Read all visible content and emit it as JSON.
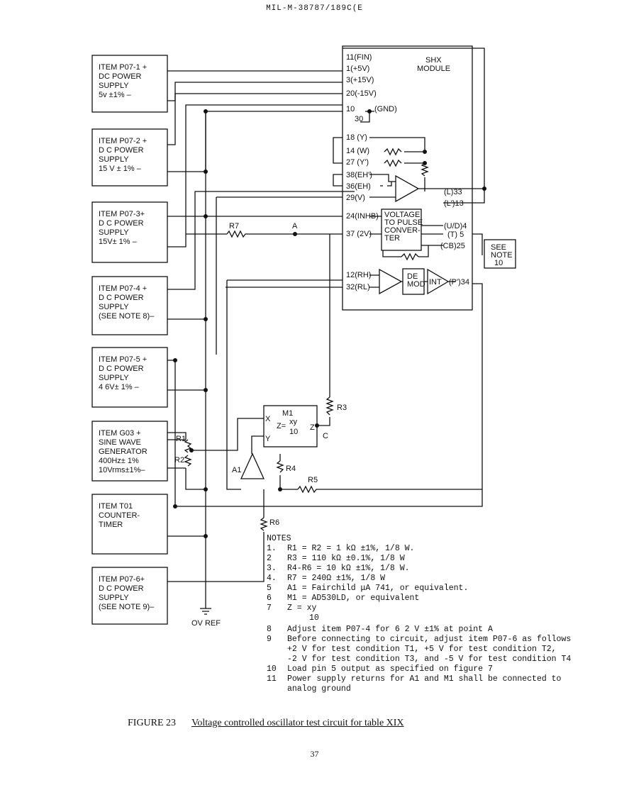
{
  "header": "MIL-M-38787/189C(E",
  "supplies": [
    {
      "lines": [
        "ITEM P07-1 +",
        "DC POWER",
        "SUPPLY",
        "5v ±1%    –"
      ]
    },
    {
      "lines": [
        "ITEM P07-2 +",
        "D C POWER",
        "SUPPLY",
        "15 V ± 1%   –"
      ]
    },
    {
      "lines": [
        "ITEM P07-3+",
        "D C POWER",
        "SUPPLY",
        "15V± 1%   –"
      ]
    },
    {
      "lines": [
        "ITEM P07-4 +",
        "D C POWER",
        "SUPPLY",
        "(SEE NOTE 8)–"
      ]
    },
    {
      "lines": [
        "ITEM P07-5 +",
        "D C POWER",
        "SUPPLY",
        "4 6V± 1%  –"
      ]
    },
    {
      "lines": [
        "ITEM G03  +",
        "SINE WAVE",
        "GENERATOR",
        "400Hz± 1%",
        "10Vrms±1%–"
      ]
    },
    {
      "lines": [
        "ITEM T01",
        "COUNTER-",
        "TIMER"
      ]
    },
    {
      "lines": [
        "ITEM P07-6+",
        "D C POWER",
        "SUPPLY",
        "(SEE NOTE 9)–"
      ]
    }
  ],
  "module": {
    "title": "SHX",
    "subtitle": "MODULE",
    "pins": [
      "11(FIN)",
      "1(+5V)",
      "3(+15V)",
      "20(-15V)",
      "10",
      "(GND)",
      "30",
      "18 (Y)",
      "14 (W)",
      "27 (Y')",
      "38(EH')",
      "36(EH)",
      "29(V)",
      "24(INHB)",
      "37 (2V)",
      "12(RH)",
      "32(RL)"
    ],
    "outputs": [
      "(L)33",
      "(L')13",
      "(U/D)4",
      "(T) 5",
      "(CB)25",
      "(P')34"
    ],
    "vtp": [
      "VOLTAGE",
      "TO PULSE",
      "CONVER-",
      "TER"
    ],
    "demod": [
      "DE",
      "MOD"
    ],
    "int": "INT"
  },
  "labels": {
    "r7": "R7",
    "a": "A",
    "r3": "R3",
    "c": "C",
    "r1": "R1",
    "r2": "R2",
    "r4": "R4",
    "r5": "R5",
    "r6": "R6",
    "a1": "A1",
    "ovref": "OV REF",
    "see_note": [
      "SEE",
      "NOTE",
      "10"
    ]
  },
  "multiplier": {
    "name": "M1",
    "x": "X",
    "y": "Y",
    "z": "Z",
    "eq": "Z=",
    "num": "xy",
    "den": "10"
  },
  "notes": {
    "heading": "NOTES",
    "items": [
      {
        "n": "1.",
        "t": "R1 = R2 = 1 kΩ ±1%, 1/8 W."
      },
      {
        "n": "2",
        "t": "R3 = 110 kΩ ±0.1%, 1/8 W"
      },
      {
        "n": "3.",
        "t": "R4-R6 = 10 kΩ ±1%, 1/8 W."
      },
      {
        "n": "4.",
        "t": "R7 = 240Ω ±1%, 1/8 W"
      },
      {
        "n": "5",
        "t": "A1 = Fairchild μA 741, or equivalent."
      },
      {
        "n": "6",
        "t": "M1 = AD530LD, or equivalent"
      },
      {
        "n": "7",
        "t": "Z = xy"
      },
      {
        "n": "",
        "t": "10"
      },
      {
        "n": "8",
        "t": "Adjust item P07-4 for 6 2 V ±1% at point A"
      },
      {
        "n": "9",
        "t": "Before connecting to circuit, adjust item P07-6 as follows"
      },
      {
        "n": "",
        "t": "+2 V for test condition T1, +5 V for test condition T2,"
      },
      {
        "n": "",
        "t": "-2 V for test condition T3, and -5 V for test condition T4"
      },
      {
        "n": "10",
        "t": "Load pin 5 output as specified on figure 7"
      },
      {
        "n": "11",
        "t": "Power supply returns for A1 and M1 shall be connected to"
      },
      {
        "n": "",
        "t": "analog ground"
      }
    ]
  },
  "caption": {
    "label": "FIGURE 23",
    "text": "Voltage controlled oscillator test circuit for table XIX"
  },
  "page_number": "37"
}
